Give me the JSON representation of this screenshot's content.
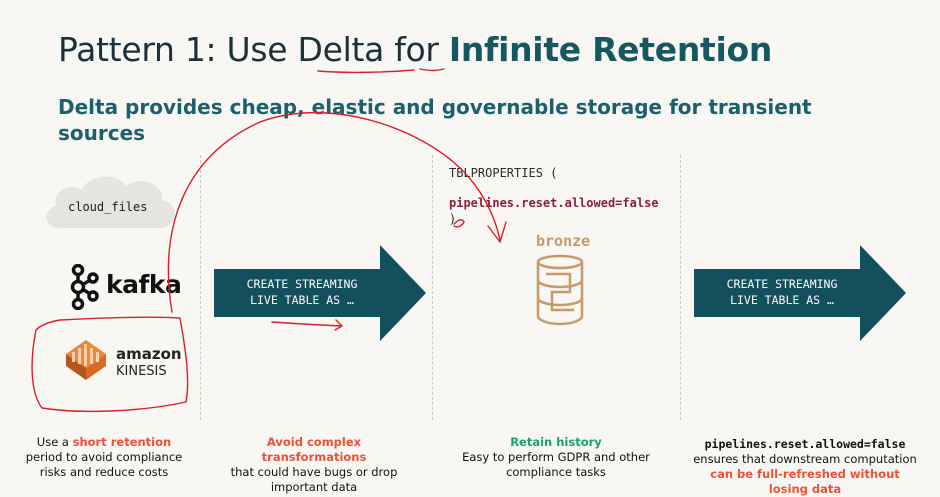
{
  "slide": {
    "title_parts": [
      "Pattern 1: Use ",
      "Delta",
      " for ",
      "Infinite Retention"
    ],
    "subtitle": "Delta provides cheap, elastic and governable storage for transient sources"
  },
  "sources": {
    "cloud_files": "cloud_files",
    "kafka": "kafka",
    "amazon": "amazon",
    "kinesis": "KINESIS"
  },
  "arrow1": {
    "line1": "CREATE STREAMING",
    "line2": "LIVE TABLE AS …"
  },
  "arrow2": {
    "line1": "CREATE STREAMING",
    "line2": "LIVE TABLE AS …"
  },
  "tblprops": {
    "open": "TBLPROPERTIES (",
    "setting": "pipelines.reset.allowed=false",
    "close": ")"
  },
  "bronze": {
    "label": "bronze"
  },
  "captions": {
    "col1": {
      "pre": "Use a ",
      "highlight": "short retention",
      "post": " period to avoid compliance risks and reduce costs"
    },
    "col2": {
      "highlight": "Avoid complex transformations",
      "post": "that could have bugs or drop important data"
    },
    "col3": {
      "highlight": "Retain history",
      "post": "Easy to perform GDPR and other compliance tasks"
    },
    "col4": {
      "code": "pipelines.reset.allowed=false",
      "pre": "ensures that downstream computation ",
      "highlight": "can be full-refreshed without losing data"
    }
  },
  "colors": {
    "title": "#1b3139",
    "accent_teal": "#16585f",
    "subtitle": "#1d5f6b",
    "arrow_fill": "#134f5c",
    "highlight_red": "#e8533a",
    "highlight_green": "#1d9f6b",
    "bronze": "#c49a68",
    "ink": "#d91f2a"
  },
  "icons": [
    "cloud-shape",
    "kafka-icon",
    "aws-kinesis-icon",
    "arrow-right-icon",
    "database-icon"
  ]
}
